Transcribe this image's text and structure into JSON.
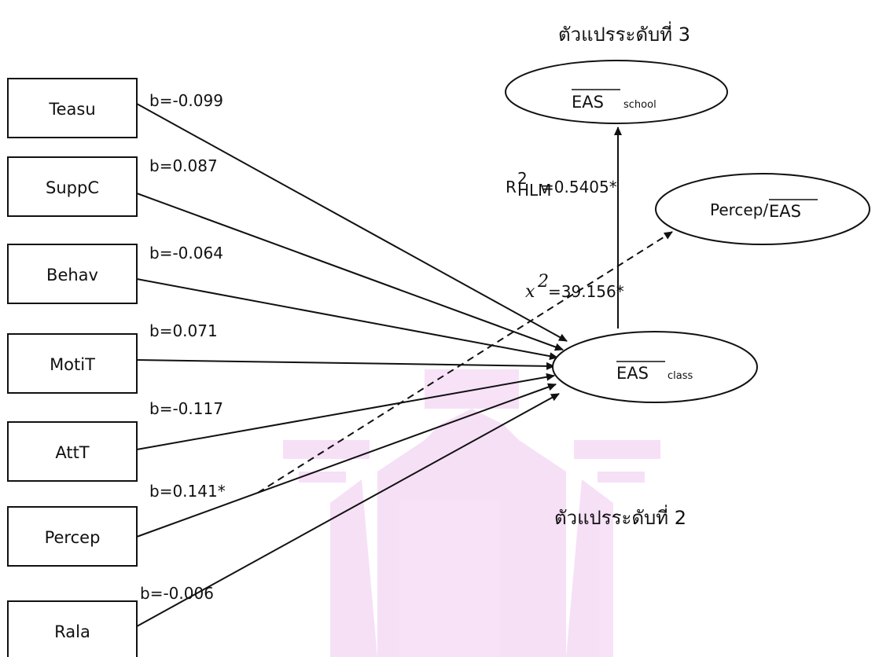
{
  "headings": {
    "level3": "ตัวแปรระดับที่ 3",
    "level2": "ตัวแปรระดับที่ 2"
  },
  "predictors": [
    {
      "name": "Teasu",
      "coef": "b=-0.099"
    },
    {
      "name": "SuppC",
      "coef": "b=0.087"
    },
    {
      "name": "Behav",
      "coef": "b=-0.064"
    },
    {
      "name": "MotiT",
      "coef": "b=0.071"
    },
    {
      "name": "AttT",
      "coef": "b=-0.117"
    },
    {
      "name": "Percep",
      "coef": "b=0.141*"
    },
    {
      "name": "Rala",
      "coef": "b=-0.006"
    }
  ],
  "nodes": {
    "school": {
      "main": "EAS",
      "sub": "school"
    },
    "class": {
      "main": "EAS",
      "sub": "class"
    },
    "percep_ratio": {
      "prefix": "Percep/",
      "main": "EAS"
    }
  },
  "stats": {
    "r2_symbol": "R",
    "r2_sup": "2",
    "r2_sub": "HLM",
    "r2_value": "=0.5405*",
    "chi_symbol": "x",
    "chi_sup": "2",
    "chi_value": "=39.156*"
  },
  "colors": {
    "line": "#111111",
    "watermark": "#c21cc2"
  }
}
